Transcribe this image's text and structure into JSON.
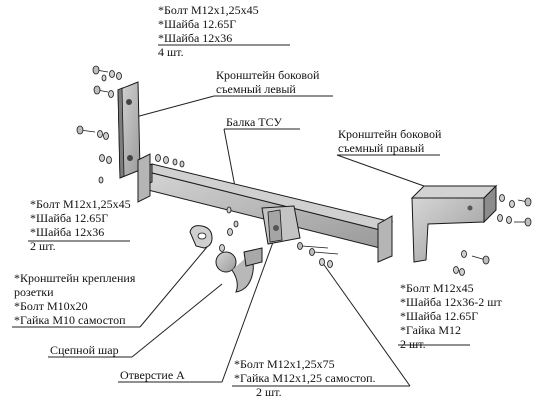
{
  "labels": {
    "top_left": [
      "*Болт М12х1,25х45",
      "*Шайба 12.65Г",
      "*Шайба 12х36",
      "4 шт."
    ],
    "bracket_left": [
      "Кронштейн боковой",
      "съемный левый"
    ],
    "beam": "Балка ТСУ",
    "bracket_right": [
      "Кронштейн боковой",
      "съемный правый"
    ],
    "mid_left": [
      "*Болт М12х1,25х45",
      "*Шайба 12.65Г",
      "*Шайба 12х36",
      "2 шт."
    ],
    "socket_group": [
      "*Кронштейн крепления",
      "розетки",
      "*Болт М10х20",
      "*Гайка М10 самостоп"
    ],
    "ball": "Сцепной шар",
    "hole": "Отверстие А",
    "bottom_center": [
      "*Болт М12х1,25х75",
      "*Гайка М12х1,25 самостоп.",
      "2 шт."
    ],
    "right_group": [
      "*Болт М12х45",
      "*Шайба 12х36-2 шт",
      "*Шайба 12.65Г",
      "*Гайка М12",
      "2 шт."
    ]
  },
  "colors": {
    "part_fill": "#bfbfbf",
    "part_shadow": "#8a8a8a",
    "outline": "#1a1a1a",
    "leader": "#222222",
    "text": "#111111"
  }
}
